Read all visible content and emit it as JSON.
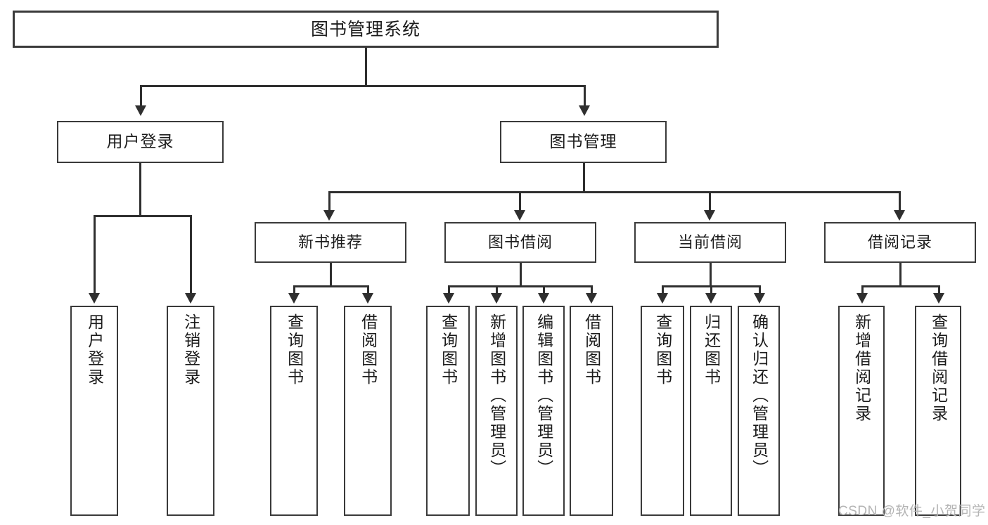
{
  "diagram": {
    "type": "tree-diagram",
    "title": "图书管理系统",
    "root": {
      "label": "图书管理系统"
    },
    "level2": [
      {
        "label": "用户登录"
      },
      {
        "label": "图书管理"
      }
    ],
    "level3": [
      {
        "label": "新书推荐"
      },
      {
        "label": "图书借阅"
      },
      {
        "label": "当前借阅"
      },
      {
        "label": "借阅记录"
      }
    ],
    "leaves": {
      "user_login": [
        {
          "label": "用户登录"
        },
        {
          "label": "注销登录"
        }
      ],
      "new_book_recommend": [
        {
          "label": "查询图书"
        },
        {
          "label": "借阅图书"
        }
      ],
      "book_borrow": [
        {
          "label": "查询图书"
        },
        {
          "label": "新增图书（管理员）"
        },
        {
          "label": "编辑图书（管理员）"
        },
        {
          "label": "借阅图书"
        }
      ],
      "current_borrow": [
        {
          "label": "查询图书"
        },
        {
          "label": "归还图书"
        },
        {
          "label": "确认归还（管理员）"
        }
      ],
      "borrow_record": [
        {
          "label": "新增借阅记录"
        },
        {
          "label": "查询借阅记录"
        }
      ]
    }
  },
  "watermark": {
    "text": "CSDN @软件_小贺同学"
  },
  "colors": {
    "box_border": "#3a3a3a",
    "connector": "#2f2f2f",
    "text": "#1b1b1b",
    "background": "#ffffff",
    "watermark": "#b4b4b4"
  }
}
